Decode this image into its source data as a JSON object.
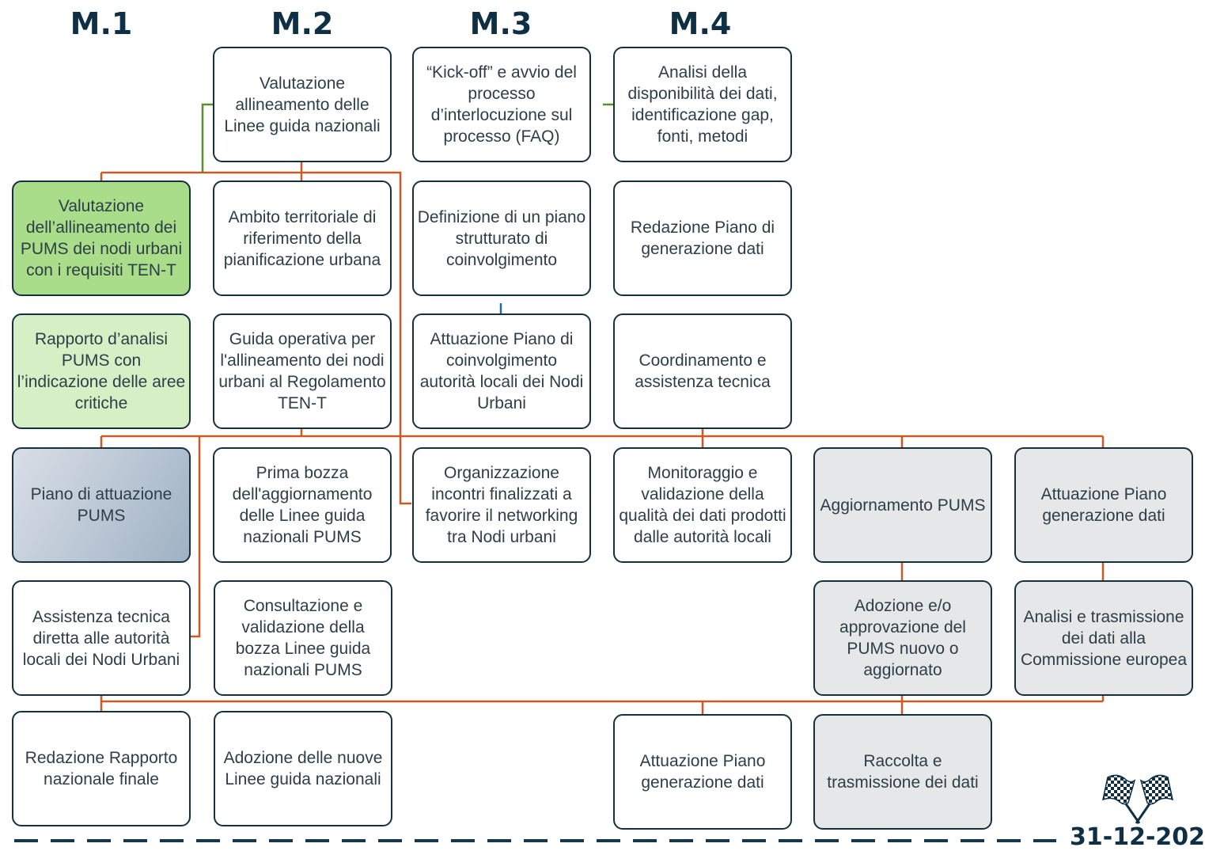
{
  "columns": [
    "M.1",
    "M.2",
    "M.3",
    "M.4"
  ],
  "m1": {
    "valutazione_pums": "Valutazione dell’allineamento dei PUMS dei nodi urbani con i requisiti TEN-T",
    "rapporto_analisi": "Rapporto d’analisi PUMS con l’indicazione delle aree critiche",
    "piano_attuazione": "Piano di attuazione PUMS",
    "assistenza_tecnica": "Assistenza tecnica diretta alle autorità locali dei Nodi Urbani",
    "rapporto_finale": "Redazione Rapporto nazionale finale"
  },
  "m2": {
    "valutazione_linee": "Valutazione allineamento delle Linee guida nazionali",
    "ambito_territoriale": "Ambito territoriale di riferimento della pianificazione urbana",
    "guida_operativa": "Guida operativa per l'allineamento dei nodi urbani al Regolamento TEN-T",
    "prima_bozza": "Prima bozza dell'aggiornamento delle Linee guida nazionali PUMS",
    "consultazione": "Consultazione e validazione della bozza Linee guida nazionali PUMS",
    "adozione_linee": "Adozione delle nuove Linee guida nazionali"
  },
  "m3": {
    "kickoff": "“Kick-off” e avvio del processo d’interlocuzione sul processo (FAQ)",
    "definizione_piano": "Definizione di un piano strutturato di coinvolgimento",
    "attuazione_coinvolgimento": "Attuazione Piano di coinvolgimento autorità locali dei Nodi Urbani",
    "organizzazione_incontri": "Organizzazione incontri finalizzati a favorire il networking tra Nodi urbani"
  },
  "m4": {
    "analisi_dati": "Analisi della disponibilità dei dati, identificazione gap, fonti, metodi",
    "redazione_piano": "Redazione Piano di generazione dati",
    "coordinamento": "Coordinamento e assistenza tecnica",
    "monitoraggio": "Monitoraggio e validazione della qualità dei dati prodotti dalle autorità locali",
    "attuazione_generazione": "Attuazione Piano generazione dati"
  },
  "extra": {
    "aggiornamento_pums": "Aggiornamento PUMS",
    "adozione_pums": "Adozione e/o approvazione del PUMS nuovo o aggiornato",
    "raccolta_dati": "Raccolta e trasmissione dei dati",
    "attuazione_piano_gen": "Attuazione Piano generazione dati",
    "analisi_trasmissione": "Analisi e trasmissione dei dati alla Commissione europea"
  },
  "deadline": "31-12-202",
  "colors": {
    "connector": "#cc5a24",
    "link_green": "#5a8f2f",
    "link_blue": "#2b6a8f",
    "border": "#15303f",
    "selected": "#a9dd8a",
    "output": "#d7efc4",
    "future": "#e6e7e8",
    "dashed": "#16384c"
  }
}
